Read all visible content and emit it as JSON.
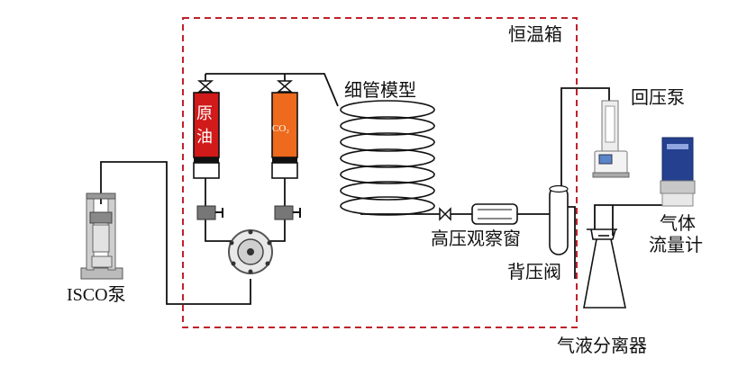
{
  "labels": {
    "thermostat": "恒温箱",
    "capillary_model": "细管模型",
    "back_pressure_pump": "回压泵",
    "crude_oil_line1": "原",
    "crude_oil_line2": "油",
    "co2": "CO₂",
    "gas_flowmeter_line1": "气体",
    "gas_flowmeter_line2": "流量计",
    "hp_window": "高压观察窗",
    "isco_pump": "ISCO泵",
    "bp_valve": "背压阀",
    "separator": "气液分离器"
  },
  "colors": {
    "oil_fill": "#d11a1a",
    "co2_fill": "#ee6a1c",
    "thermostat_border": "#c0202a",
    "line": "#111111",
    "valve_block": "#777777",
    "flowmeter_body": "#24408f"
  },
  "icons": {
    "isco_pump": "isco-pump-icon",
    "back_pressure_pump": "back-pressure-pump-icon",
    "gas_flowmeter": "gas-flowmeter-icon",
    "six_port_valve": "six-port-valve-icon"
  }
}
